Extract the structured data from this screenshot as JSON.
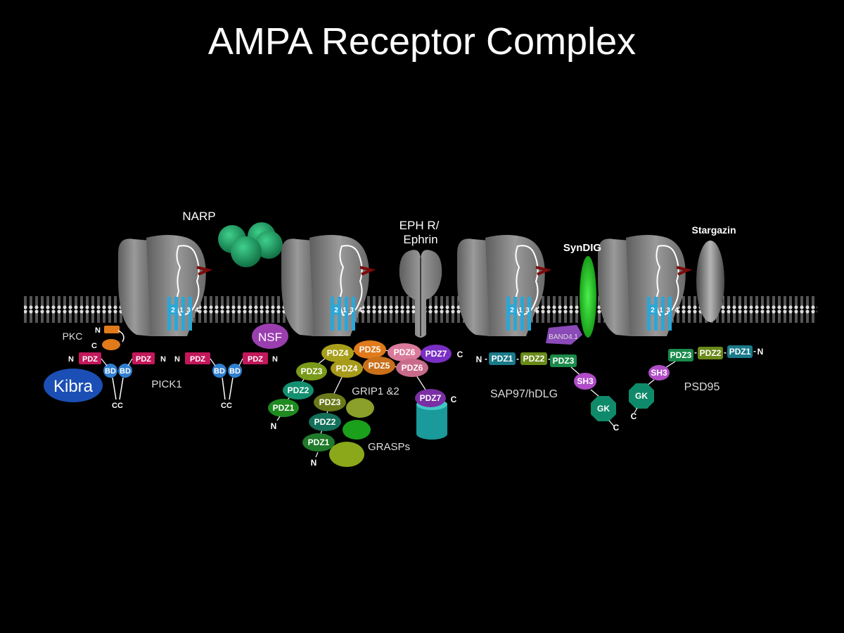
{
  "title": "AMPA Receptor Complex",
  "labels": {
    "narp": "NARP",
    "eph": "EPH R/",
    "ephrin": "Ephrin",
    "syndig": "SynDIG",
    "stargazin": "Stargazin",
    "pkc": "PKC",
    "nsf": "NSF",
    "kibra": "Kibra",
    "pick1": "PICK1",
    "grip": "GRIP1 &2",
    "grasps": "GRASPs",
    "sap97": "SAP97/hDLG",
    "band41": "BAND4.1",
    "psd95": "PSD95"
  },
  "terminals": {
    "n": "N",
    "c": "C",
    "cc": "CC"
  },
  "domains": {
    "pdz": "PDZ",
    "bd": "BD",
    "pdz1": "PDZ1",
    "pdz2": "PDZ2",
    "pdz3": "PDZ3",
    "pdz4": "PDZ4",
    "pdz5": "PDZ5",
    "pdz6": "PDZ6",
    "pdz7": "PDZ7",
    "sh3": "SH3",
    "gk": "GK"
  },
  "subunits": [
    "2",
    "1",
    "3",
    "4"
  ],
  "colors": {
    "background": "#000000",
    "membrane_head": "#d8d8d8",
    "receptor": "#8a8a8a",
    "tm_helix": "#2aa7d8",
    "pdz_red": "#c2185b",
    "bd_blue": "#2f7fd0",
    "kibra": "#1c4fb5",
    "nsf": "#9b3fb0",
    "narp": "#1a8f5a",
    "syndig": "#22c422",
    "sh3": "#b04cc8",
    "gk": "#0f8a6a"
  }
}
